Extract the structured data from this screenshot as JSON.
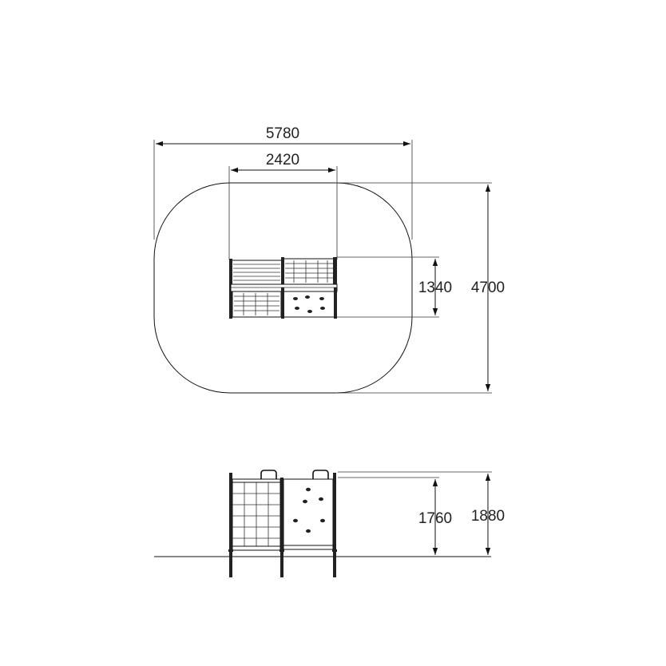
{
  "top_view": {
    "overall_width": "5780",
    "unit_width": "2420",
    "unit_depth": "1340",
    "overall_depth": "4700"
  },
  "side_view": {
    "platform_height": "1760",
    "overall_height": "1880"
  }
}
